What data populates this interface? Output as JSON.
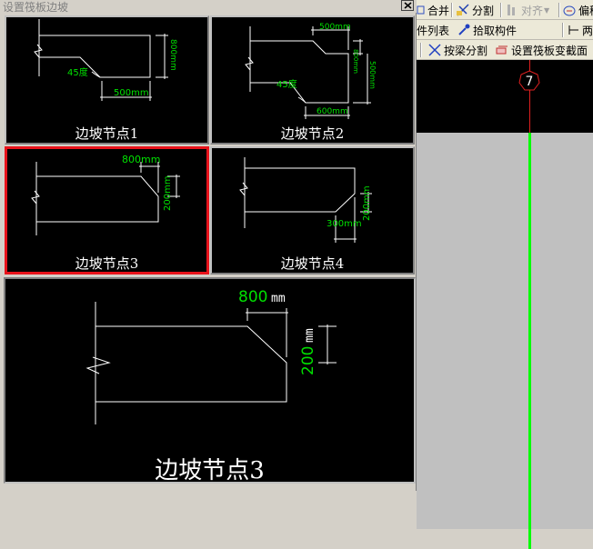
{
  "dialog": {
    "title": "设置筏板边坡",
    "tiles": [
      {
        "label": "边坡节点1",
        "dims": [
          "45度",
          "800mm",
          "500mm"
        ]
      },
      {
        "label": "边坡节点2",
        "dims": [
          "500mm",
          "800mm",
          "500mm",
          "45度",
          "600mm"
        ]
      },
      {
        "label": "边坡节点3",
        "dims": [
          "800mm",
          "200mm"
        ]
      },
      {
        "label": "边坡节点4",
        "dims": [
          "200mm",
          "300mm"
        ]
      }
    ],
    "selected_index": 2,
    "preview": {
      "label": "边坡节点3",
      "dim_top_value": "800",
      "dim_top_unit": "mm",
      "dim_side_value": "200",
      "dim_side_unit": "mm"
    }
  },
  "toolbar": {
    "row1": [
      "合并",
      "分割",
      "对齐",
      "偏移"
    ],
    "row2": [
      "件列表",
      "拾取构件"
    ],
    "row2_tail": "两",
    "row3": [
      "按梁分割",
      "设置筏板变截面"
    ]
  },
  "canvas": {
    "axis_number": "7"
  },
  "colors": {
    "selected_border": "#e8131b",
    "dim_green": "#00e000",
    "axis_line": "#00ff00",
    "axis_red": "#e02020"
  }
}
